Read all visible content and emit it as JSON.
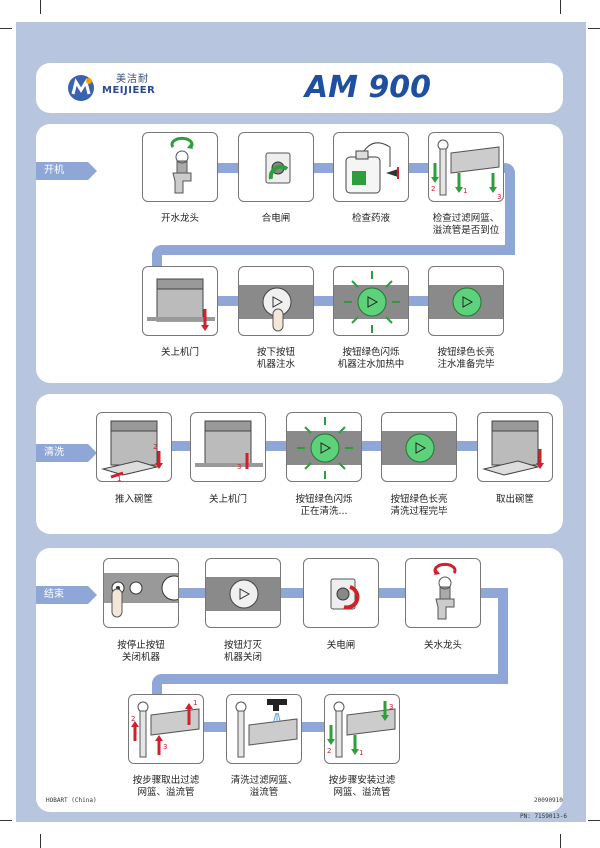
{
  "header": {
    "brand_cn": "美洁耐",
    "brand_en": "MEIJIEER",
    "model": "AM 900"
  },
  "sections": [
    {
      "tag": "开机",
      "steps": [
        {
          "caption": "开水龙头"
        },
        {
          "caption": "合电闸"
        },
        {
          "caption": "检查药液"
        },
        {
          "caption": "检查过滤网篮、\n溢流管是否到位"
        },
        {
          "caption": "关上机门"
        },
        {
          "caption": "按下按钮\n机器注水"
        },
        {
          "caption": "按钮绿色闪烁\n机器注水加热中"
        },
        {
          "caption": "按钮绿色长亮\n注水准备完毕"
        }
      ]
    },
    {
      "tag": "清洗",
      "steps": [
        {
          "caption": "推入碗筐"
        },
        {
          "caption": "关上机门"
        },
        {
          "caption": "按钮绿色闪烁\n正在清洗..."
        },
        {
          "caption": "按钮绿色长亮\n清洗过程完毕"
        },
        {
          "caption": "取出碗筐"
        }
      ]
    },
    {
      "tag": "结束",
      "steps": [
        {
          "caption": "按停止按钮\n关闭机器"
        },
        {
          "caption": "按钮灯灭\n机器关闭"
        },
        {
          "caption": "关电闸"
        },
        {
          "caption": "关水龙头"
        },
        {
          "caption": "按步骤取出过滤\n网篮、溢流管"
        },
        {
          "caption": "清洗过滤网篮、\n溢流管"
        },
        {
          "caption": "按步骤安装过滤\n网篮、溢流管"
        }
      ]
    }
  ],
  "footer": {
    "left": "HOBART (China)",
    "date": "20090910",
    "pn": "PN: 7159013-6"
  },
  "colors": {
    "background": "#b7c6de",
    "accent": "#8fa7d6",
    "model": "#1f4fa0",
    "green": "#2e9e3c",
    "red": "#d0202a"
  }
}
